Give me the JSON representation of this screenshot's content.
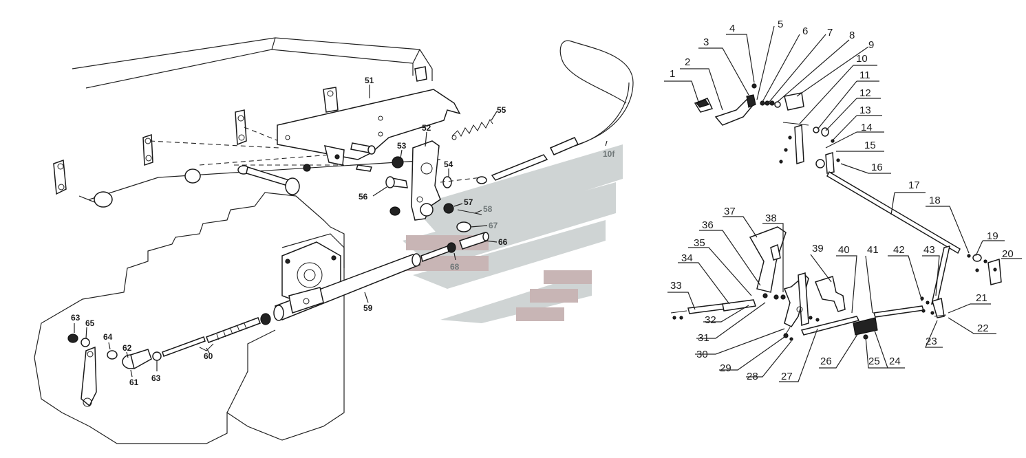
{
  "diagram": {
    "left_assembly_labels": [
      "51",
      "52",
      "53",
      "54",
      "55",
      "56",
      "57",
      "58",
      "67",
      "66",
      "68",
      "59",
      "60",
      "61",
      "62",
      "63",
      "63",
      "64",
      "65"
    ],
    "cable_label": "10f",
    "right_assembly_labels": [
      "1",
      "2",
      "3",
      "4",
      "5",
      "6",
      "7",
      "8",
      "9",
      "10",
      "11",
      "12",
      "13",
      "14",
      "15",
      "16",
      "17",
      "18",
      "19",
      "20",
      "21",
      "22",
      "23",
      "24",
      "25",
      "26",
      "27",
      "28",
      "29",
      "30",
      "31",
      "32",
      "33",
      "34",
      "35",
      "36",
      "37",
      "38",
      "39",
      "40",
      "41",
      "42",
      "43"
    ],
    "watermark_colors": {
      "gray": "#cfd4d4",
      "rose": "#c8b5b5"
    }
  }
}
